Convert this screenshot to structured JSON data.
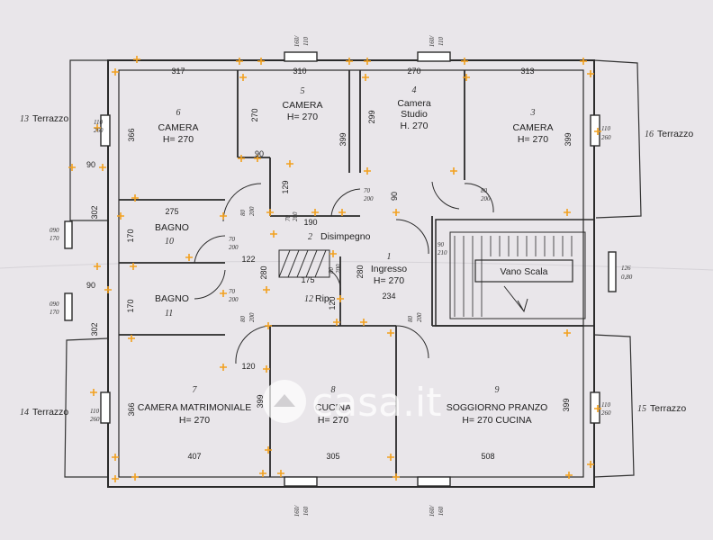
{
  "rooms": {
    "camera_left": {
      "num": "6",
      "name": "CAMERA",
      "height": "H= 270"
    },
    "camera_mid": {
      "num": "5",
      "name": "CAMERA",
      "height": "H= 270"
    },
    "camera_studio": {
      "num": "4",
      "name": "Camera",
      "name2": "Studio",
      "height": "H. 270"
    },
    "camera_right": {
      "num": "3",
      "name": "CAMERA",
      "height": "H= 270"
    },
    "bagno_top": {
      "num": "10",
      "name": "BAGNO"
    },
    "bagno_bottom": {
      "num": "11",
      "name": "BAGNO"
    },
    "disimpegno": {
      "num": "2",
      "name": "Disimpegno"
    },
    "ripostiglio": {
      "num": "12",
      "name": "Rip."
    },
    "ingresso": {
      "num": "1",
      "name": "Ingresso",
      "height": "H= 270"
    },
    "vano_scala": {
      "name": "Vano Scala"
    },
    "camera_matrimoniale": {
      "num": "7",
      "name": "CAMERA MATRIMONIALE",
      "height": "H= 270"
    },
    "cucina": {
      "num": "8",
      "name": "CUCINA",
      "height": "H= 270"
    },
    "soggiorno": {
      "num": "9",
      "name": "SOGGIORNO PRANZO",
      "height": "H= 270 CUCINA"
    }
  },
  "terraces": {
    "top_left": {
      "num": "13",
      "name": "Terrazzo"
    },
    "top_right": {
      "num": "16",
      "name": "Terrazzo"
    },
    "bottom_left": {
      "num": "14",
      "name": "Terrazzo"
    },
    "bottom_right": {
      "num": "15",
      "name": "Terrazzo"
    }
  },
  "dimensions": {
    "top_317": "317",
    "top_310": "310",
    "top_270": "270",
    "top_313": "313",
    "v_366_top": "366",
    "v_270": "270",
    "v_399_a": "399",
    "v_299": "299",
    "v_399_b": "399",
    "d_90_a": "90",
    "d_302_a": "302",
    "d_275": "275",
    "d_170_a": "170",
    "d_90_b": "90",
    "d_302_b": "302",
    "d_170_b": "170",
    "d_122": "122",
    "d_190": "190",
    "d_129": "129",
    "d_90_c": "90",
    "d_90_d": "90",
    "d_280_a": "280",
    "d_175": "175",
    "d_280_b": "280",
    "d_120_a": "120",
    "d_234": "234",
    "d_120_b": "120",
    "v_366_bottom": "366",
    "v_399_c": "399",
    "v_399_d": "399",
    "bot_407": "407",
    "bot_305": "305",
    "bot_508": "508"
  },
  "openings": {
    "w_top_1": "160/",
    "w_top_1b": "110",
    "w_top_2": "160/",
    "w_top_2b": "110",
    "w_left_top": "110",
    "w_left_top_b": "260",
    "w_right_top": "110",
    "w_right_top_b": "260",
    "w_left_bot": "110",
    "w_left_bot_b": "260",
    "w_right_bot": "110",
    "w_right_bot_b": "260",
    "w_side_1": "090",
    "w_side_1b": "170",
    "w_side_2": "090",
    "w_side_2b": "170",
    "w_stair": "126",
    "w_stair_b": "0,80",
    "w_bot_1": "160/",
    "w_bot_1b": "160",
    "w_bot_2": "160/",
    "w_bot_2b": "160",
    "d_70_200_a": "70",
    "d_70_200_a2": "200",
    "d_80_200_a": "80",
    "d_80_200_a2": "200",
    "d_80_200_b": "80",
    "d_80_200_b2": "200",
    "d_90_210": "90",
    "d_90_210b": "210",
    "d_70_200_b": "70",
    "d_70_200_b2": "200",
    "d_70_200_c": "70",
    "d_70_200_c2": "200",
    "d_70_200_d": "70",
    "d_70_200_d2": "200",
    "d_80_200_c": "80",
    "d_80_200_c2": "200",
    "d_80_200_d": "80",
    "d_80_200_d2": "200",
    "d_80_200_e": "80",
    "d_80_200_e2": "200"
  },
  "watermark": {
    "text": "casa.it"
  },
  "colors": {
    "paper": "#e9e6ea",
    "wall": "#2a2a2a",
    "marker": "#f2a01e",
    "watermark": "#ffffff"
  }
}
